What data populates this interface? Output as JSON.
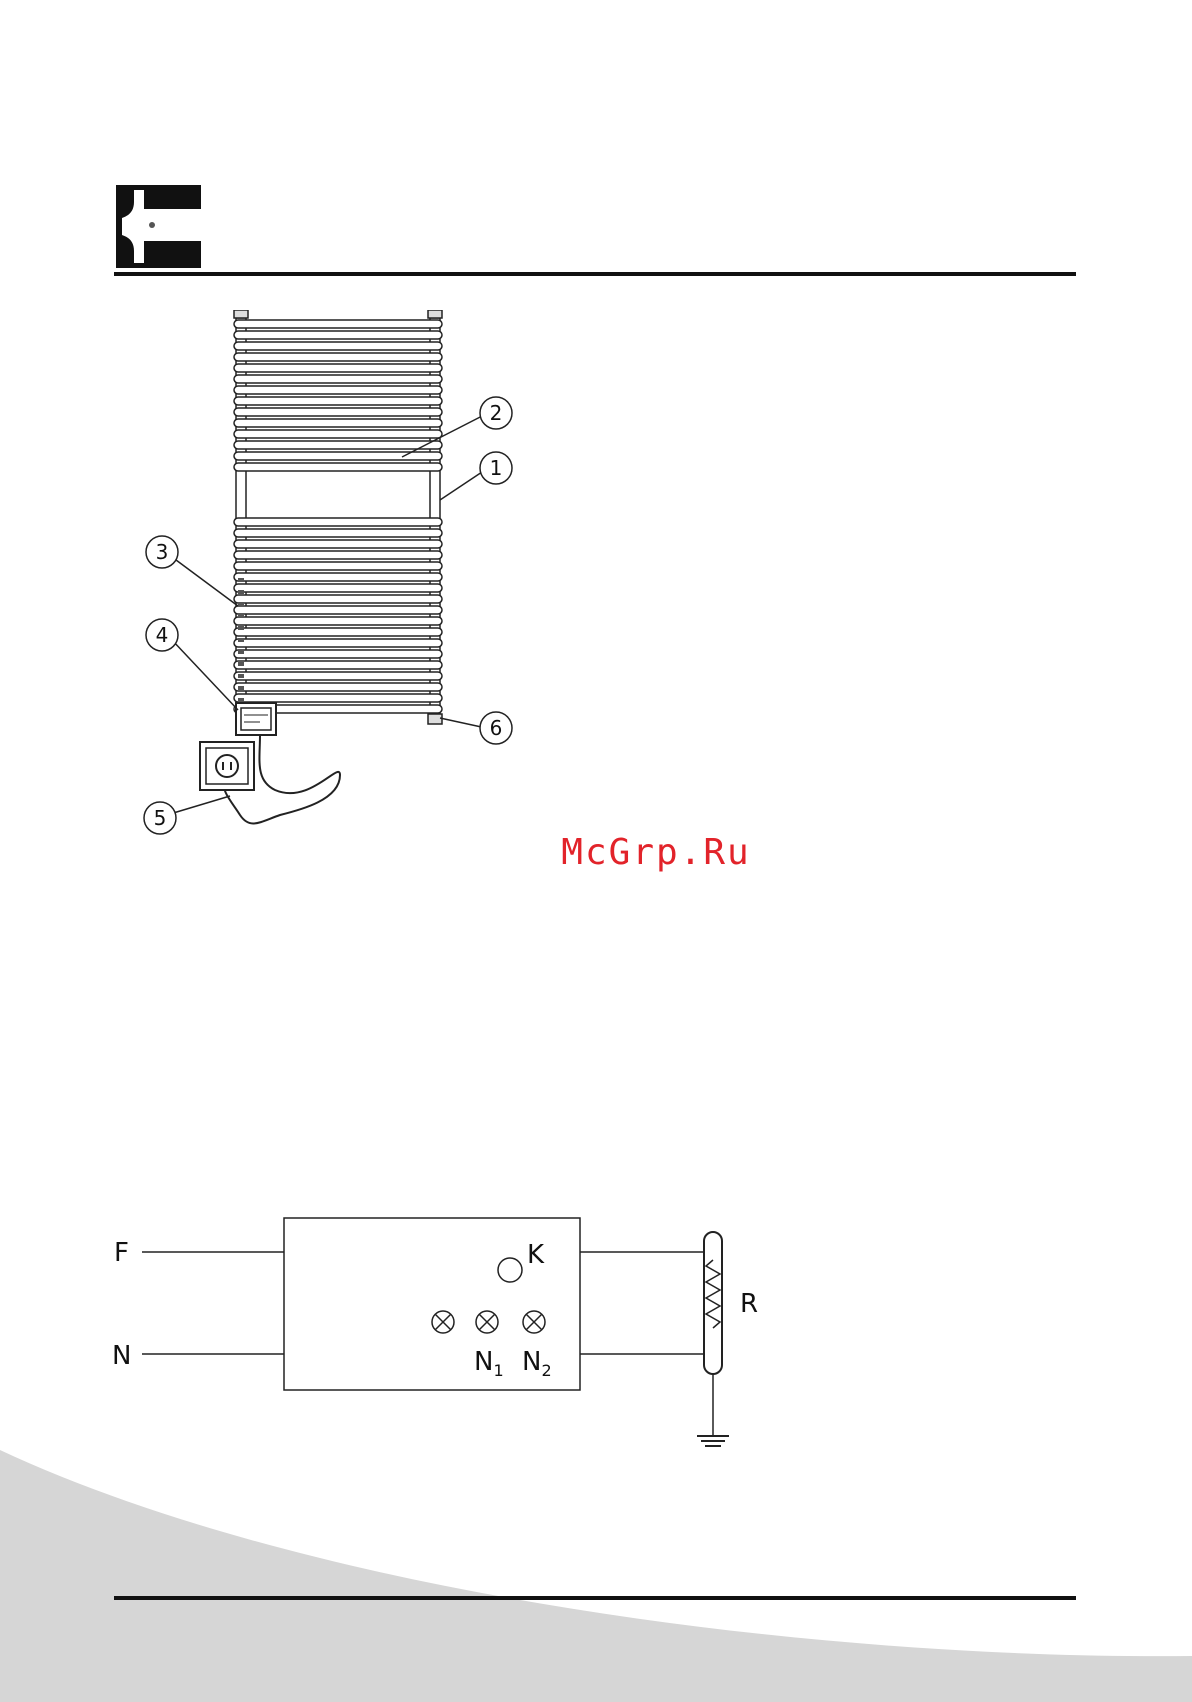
{
  "watermark": {
    "text": "McGrp.Ru",
    "color": "#e2232a"
  },
  "radiator_diagram": {
    "callouts": [
      "1",
      "2",
      "3",
      "4",
      "5",
      "6"
    ]
  },
  "circuit_diagram": {
    "line_labels": {
      "phase": "F",
      "neutral": "N"
    },
    "switch_label": "K",
    "lamp_labels": [
      {
        "letter": "N",
        "sub": "1"
      },
      {
        "letter": "N",
        "sub": "2"
      }
    ],
    "resistor_label": "R"
  },
  "colors": {
    "rule": "#111111",
    "wave": "#d9d9d9"
  }
}
